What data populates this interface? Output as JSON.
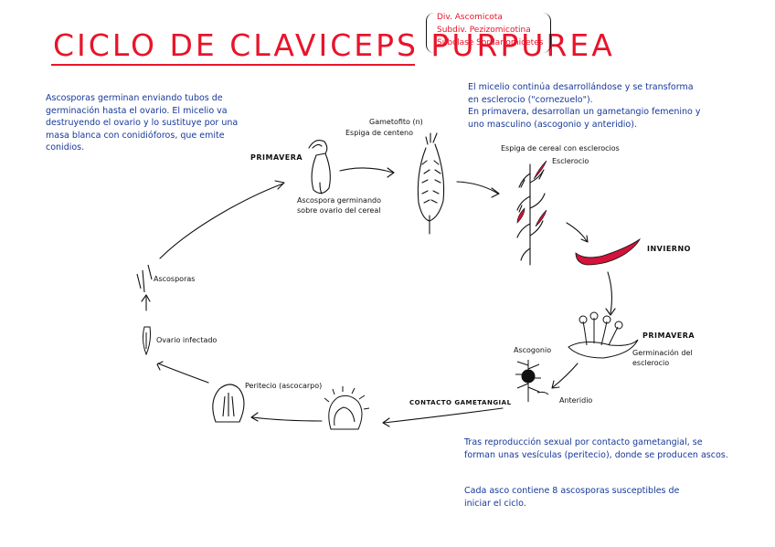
{
  "title": "CICLO DE CLAVICEPS PURPUREA",
  "taxonomy": [
    "Div. Ascomicota",
    "Subdiv. Pezizomicotina",
    "Subclase Sordariomicetes"
  ],
  "notes": {
    "left_top": [
      "Ascosporas germinan enviando tubos de",
      "germinación hasta el ovario. El micelio va",
      "destruyendo el ovario y lo sustituye por una",
      "masa blanca con conidióforos, que emite",
      "conidios."
    ],
    "right_top": [
      "El micelio continúa desarrollándose y se transforma",
      "en esclerocio (\"cornezuelo\").",
      "En primavera, desarrollan un gametangio femenino y",
      "uno masculino (ascogonio y anteridio)."
    ],
    "bottom_right_1": [
      "Tras reproducción sexual por contacto gametangial, se",
      "forman unas vesículas (peritecio), donde se producen ascos."
    ],
    "bottom_right_2": [
      "Cada asco contiene 8 ascosporas susceptibles de",
      "iniciar el ciclo."
    ]
  },
  "labels": {
    "primavera_top": "PRIMAVERA",
    "ascospora_germ": [
      "Ascospora germinando",
      "sobre ovario del cereal"
    ],
    "gametofito": "Gametofito (n)",
    "espiga_centeno": "Espiga de centeno",
    "espiga_esclerocios": "Espiga de cereal con esclerocios",
    "esclerocio": "Esclerocio",
    "invierno": "INVIERNO",
    "primavera_right": "PRIMAVERA",
    "germinacion": [
      "Germinación del",
      "esclerocio"
    ],
    "ascogonio": "Ascogonio",
    "anteridio": "Anteridio",
    "contacto": "CONTACTO GAMETANGIAL",
    "peritecio": "Peritecio (ascocarpo)",
    "ovario_infectado": "Ovario infectado",
    "ascosporas": "Ascosporas"
  },
  "colors": {
    "title": "#e8142a",
    "notes": "#17389a",
    "sclerotium": "#d4123a"
  }
}
